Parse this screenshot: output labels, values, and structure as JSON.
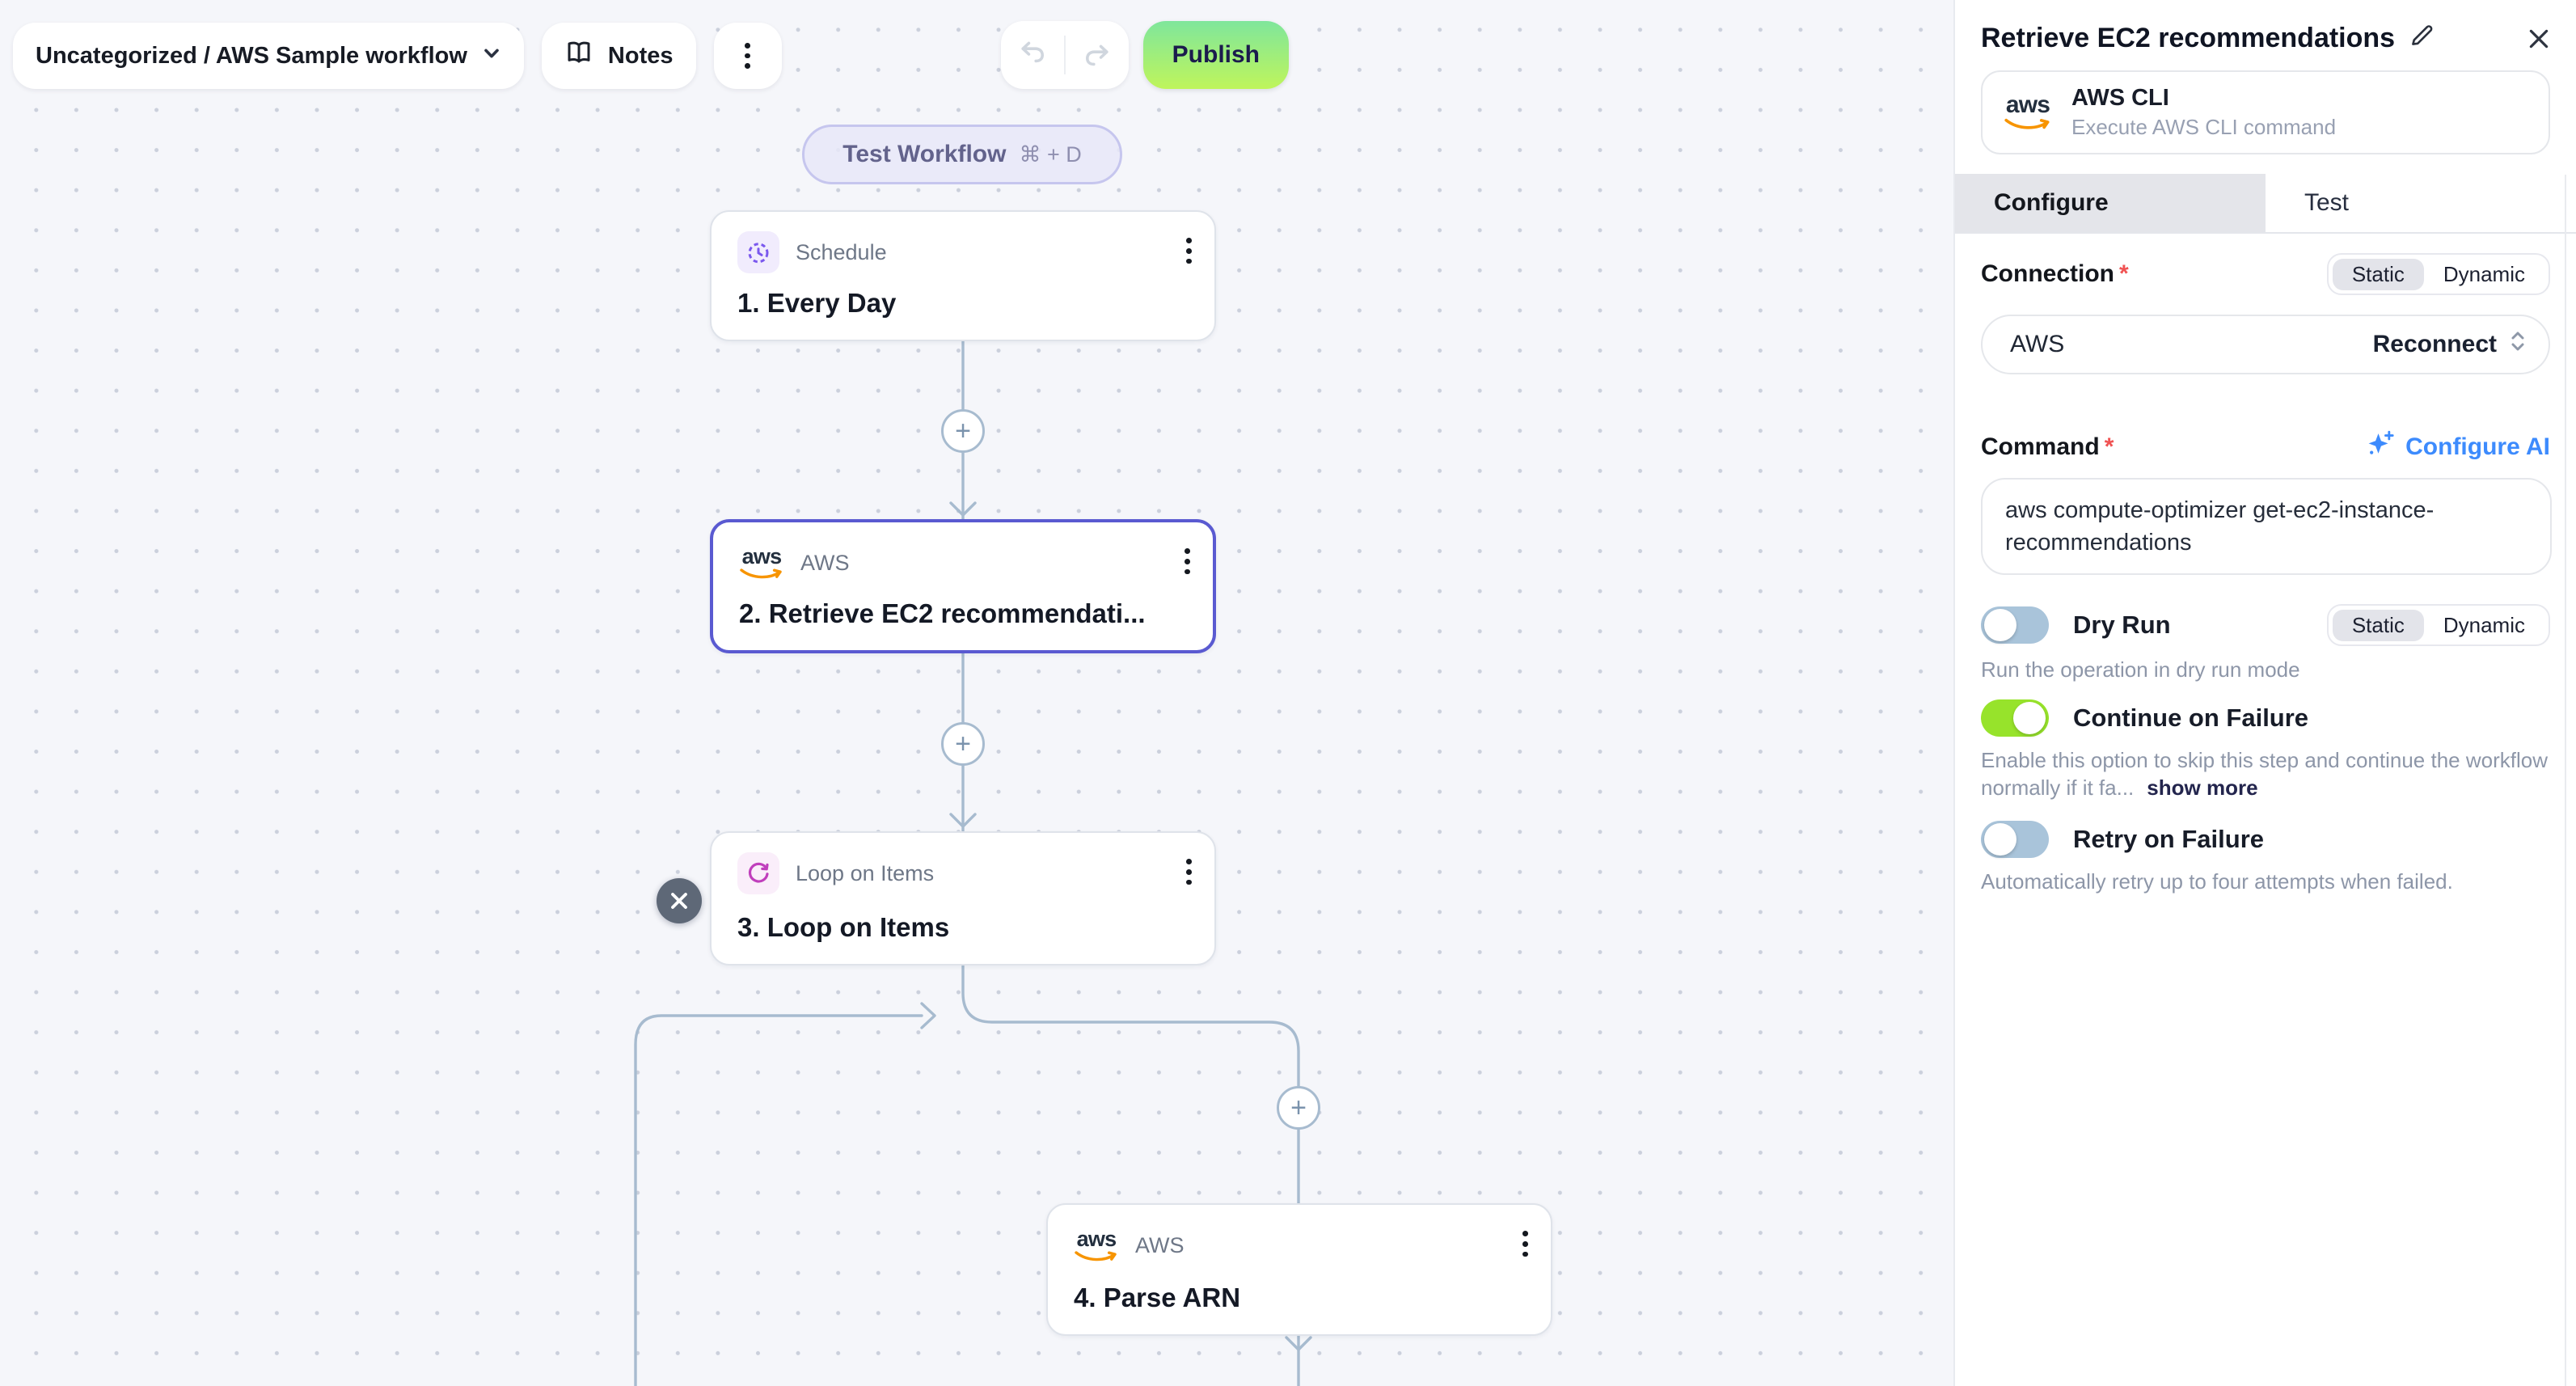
{
  "toolbar": {
    "workflow_selector": {
      "label": "Uncategorized / AWS Sample workflow"
    },
    "notes": {
      "label": "Notes"
    },
    "publish": {
      "label": "Publish"
    }
  },
  "canvas": {
    "test_workflow": {
      "label": "Test Workflow",
      "shortcut": "⌘ + D"
    },
    "nodes": [
      {
        "app": "Schedule",
        "title": "1. Every Day",
        "icon": "schedule-clock-icon",
        "selected": false
      },
      {
        "app": "AWS",
        "title": "2. Retrieve EC2 recommendati...",
        "icon": "aws-logo",
        "selected": true
      },
      {
        "app": "Loop on Items",
        "title": "3. Loop on Items",
        "icon": "loop-icon",
        "selected": false
      },
      {
        "app": "AWS",
        "title": "4. Parse ARN",
        "icon": "aws-logo",
        "selected": false
      }
    ]
  },
  "panel": {
    "title": "Retrieve EC2 recommendations",
    "app": {
      "name": "AWS CLI",
      "description": "Execute AWS CLI command"
    },
    "tabs": {
      "configure": "Configure",
      "test": "Test",
      "active": "Configure"
    },
    "connection": {
      "label": "Connection",
      "required_mark": "*",
      "mode_static": "Static",
      "mode_dynamic": "Dynamic",
      "active_mode": "Static",
      "value": "AWS",
      "action": "Reconnect"
    },
    "command": {
      "label": "Command",
      "required_mark": "*",
      "ai_action": "Configure AI",
      "value": "aws compute-optimizer get-ec2-instance-recommendations"
    },
    "dry_run": {
      "label": "Dry Run",
      "enabled": false,
      "description": "Run the operation in dry run mode",
      "mode_static": "Static",
      "mode_dynamic": "Dynamic",
      "active_mode": "Static"
    },
    "continue_on_failure": {
      "label": "Continue on Failure",
      "enabled": true,
      "description": "Enable this option to skip this step and continue the workflow normally if it fa...",
      "more_label": "show more"
    },
    "retry_on_failure": {
      "label": "Retry on Failure",
      "enabled": false,
      "description": "Automatically retry up to four attempts when failed."
    }
  },
  "colors": {
    "selected_node_border": "#5a5ad1",
    "toggle_on": "#97e32b",
    "toggle_off": "#a9c4da",
    "publish_gradient_top": "#7fe69c",
    "publish_gradient_bottom": "#bff55b",
    "ai_blue": "#3d8bfd",
    "connector": "#a7bbcf",
    "aws_orange": "#f79400"
  }
}
